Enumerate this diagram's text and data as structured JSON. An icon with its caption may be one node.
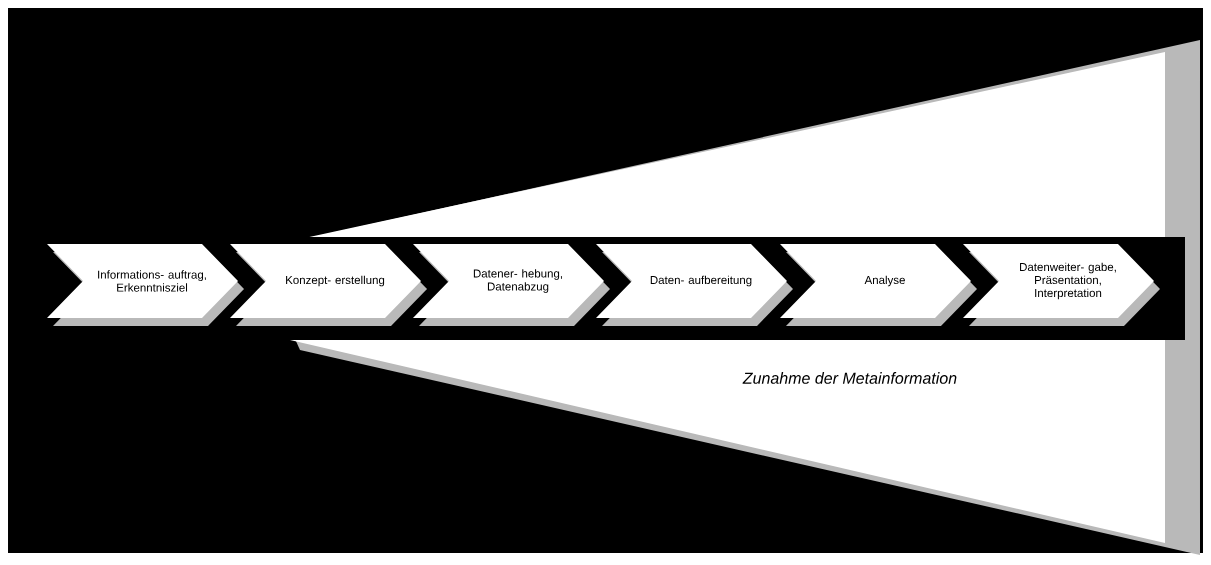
{
  "diagram": {
    "nodes": [
      {
        "text": [
          "Informations- auftrag, Erkenntnisziel"
        ]
      },
      {
        "text": [
          "Konzept- erstellung"
        ]
      },
      {
        "text": [
          "Datener- hebung, Datenabzug"
        ]
      },
      {
        "text": [
          "Daten- aufbereitung"
        ]
      },
      {
        "text": [
          "Analyse"
        ]
      },
      {
        "text": [
          "Datenweiter- gabe, Präsentation, Interpretation"
        ]
      }
    ],
    "labels": [
      "Zunahme der Metainformation"
    ]
  }
}
